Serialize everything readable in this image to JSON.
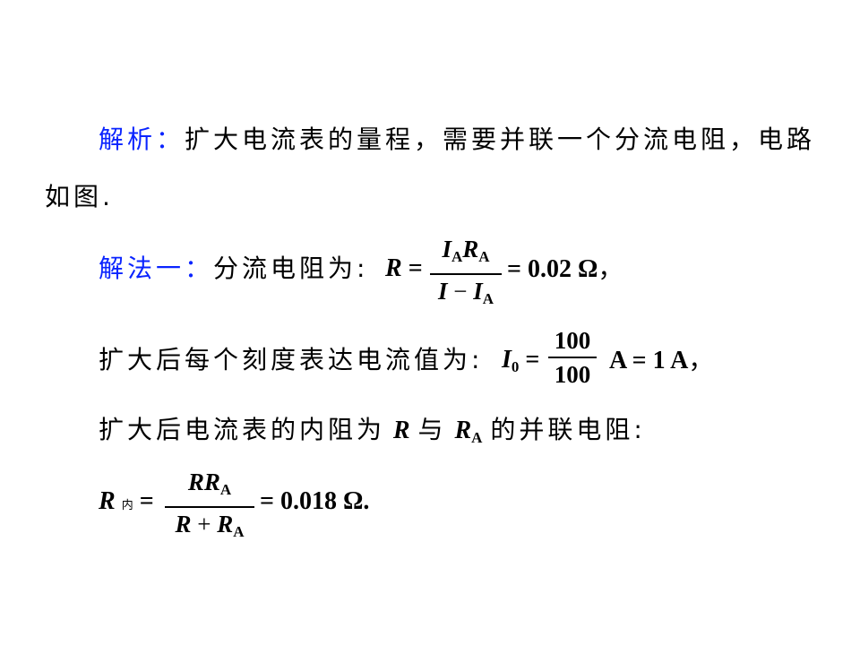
{
  "p1": {
    "label": "解析：",
    "text_line1": "扩大电流表的量程，需要并联一个分流电阻，电路",
    "text_line2": "如图."
  },
  "p2": {
    "label": "解法一：",
    "text": "分流电阻为:",
    "lhs": "R",
    "eq": "=",
    "num_i": "I",
    "num_i_sub": "A",
    "num_r": "R",
    "num_r_sub": "A",
    "den_i": "I",
    "den_minus": "−",
    "den_i2": "I",
    "den_i2_sub": "A",
    "result": "= 0.02 Ω",
    "tail": "，"
  },
  "p3": {
    "text": "扩大后每个刻度表达电流值为:",
    "lhs": "I",
    "lhs_sub": "0",
    "eq": "=",
    "num": "100",
    "den": "100",
    "result": "A = 1 A",
    "tail": "，"
  },
  "p4": {
    "text_a": "扩大后电流表的内阻为",
    "r1": "R",
    "text_b": "与",
    "r2": "R",
    "r2_sub": "A",
    "text_c": "的并联电阻:"
  },
  "p5": {
    "lhs": "R",
    "lhs_sub": "内",
    "eq": "=",
    "num_r": "RR",
    "num_sub": "A",
    "den_r": "R",
    "den_plus": "+",
    "den_r2": "R",
    "den_sub": "A",
    "result": "= 0.018 Ω."
  }
}
